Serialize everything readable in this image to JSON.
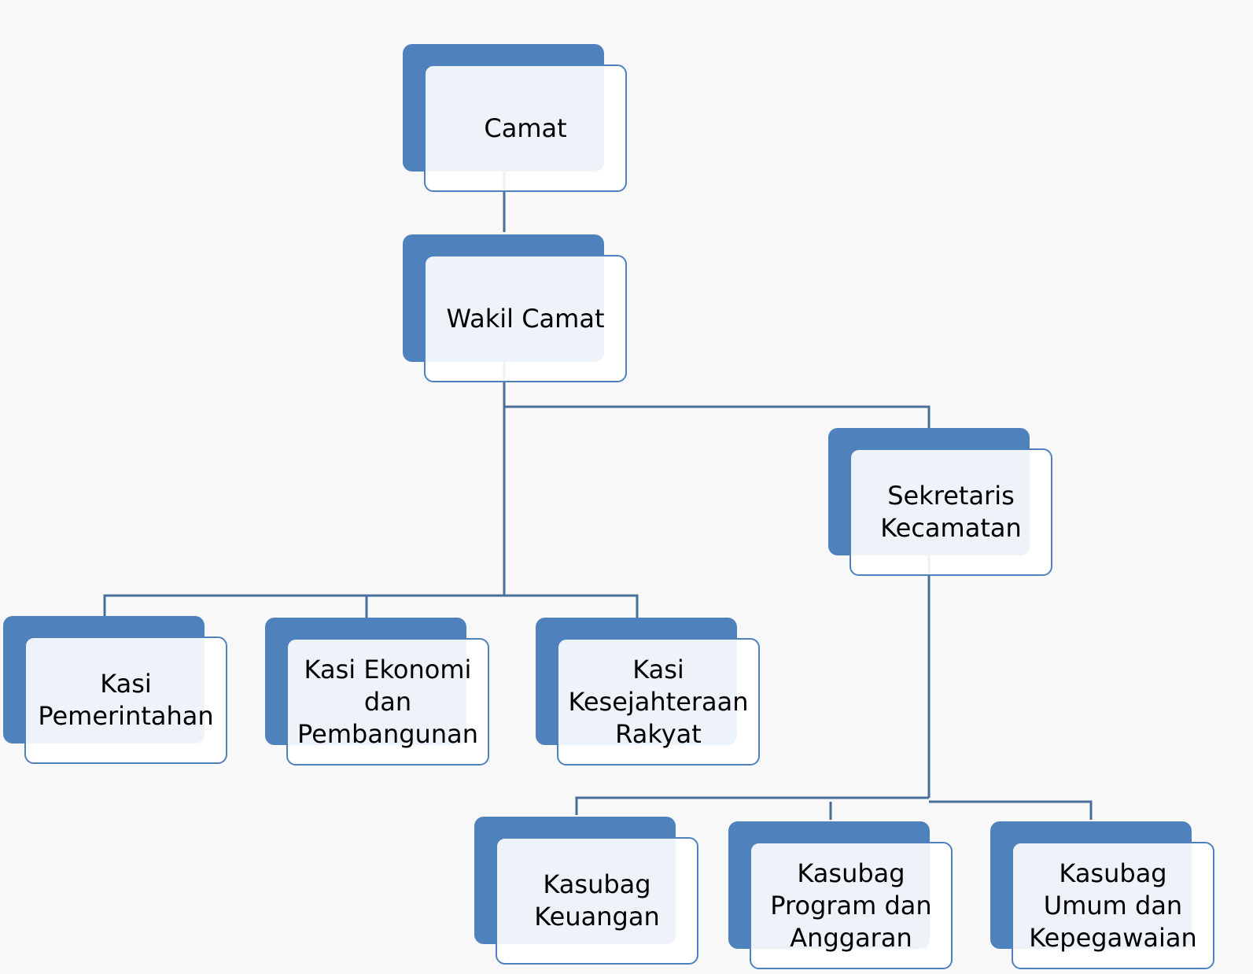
{
  "colors": {
    "background": "#f8f8f8",
    "accent": "#4f81bd",
    "connector": "#4a6e9a",
    "text": "#000000"
  },
  "nodes": {
    "camat": "Camat",
    "wakil_camat": "Wakil Camat",
    "sekretaris": "Sekretaris\nKecamatan",
    "kasi_pemerintahan": "Kasi\nPemerintahan",
    "kasi_ekonomi": "Kasi Ekonomi\ndan\nPembangunan",
    "kasi_kesra": "Kasi\nKesejahteraan\nRakyat",
    "kasubag_keuangan": "Kasubag\nKeuangan",
    "kasubag_program": "Kasubag\nProgram dan\nAnggaran",
    "kasubag_umum": "Kasubag\nUmum dan\nKepegawaian"
  },
  "edges": [
    [
      "camat",
      "wakil_camat"
    ],
    [
      "wakil_camat",
      "sekretaris"
    ],
    [
      "wakil_camat",
      "kasi_pemerintahan"
    ],
    [
      "wakil_camat",
      "kasi_ekonomi"
    ],
    [
      "wakil_camat",
      "kasi_kesra"
    ],
    [
      "sekretaris",
      "kasubag_keuangan"
    ],
    [
      "sekretaris",
      "kasubag_program"
    ],
    [
      "sekretaris",
      "kasubag_umum"
    ]
  ]
}
